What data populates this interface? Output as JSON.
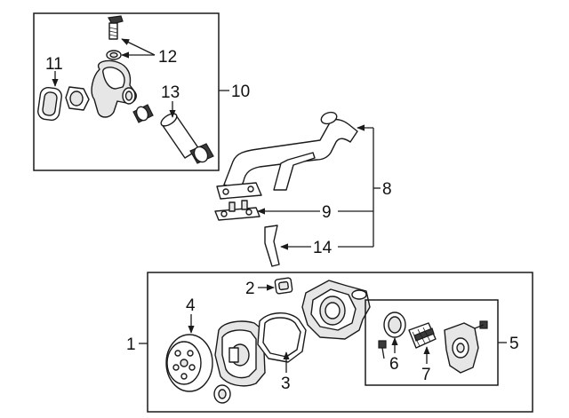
{
  "callouts": {
    "c1": "1",
    "c2": "2",
    "c3": "3",
    "c4": "4",
    "c5": "5",
    "c6": "6",
    "c7": "7",
    "c8": "8",
    "c9": "9",
    "c10": "10",
    "c11": "11",
    "c12": "12",
    "c13": "13",
    "c14": "14"
  }
}
